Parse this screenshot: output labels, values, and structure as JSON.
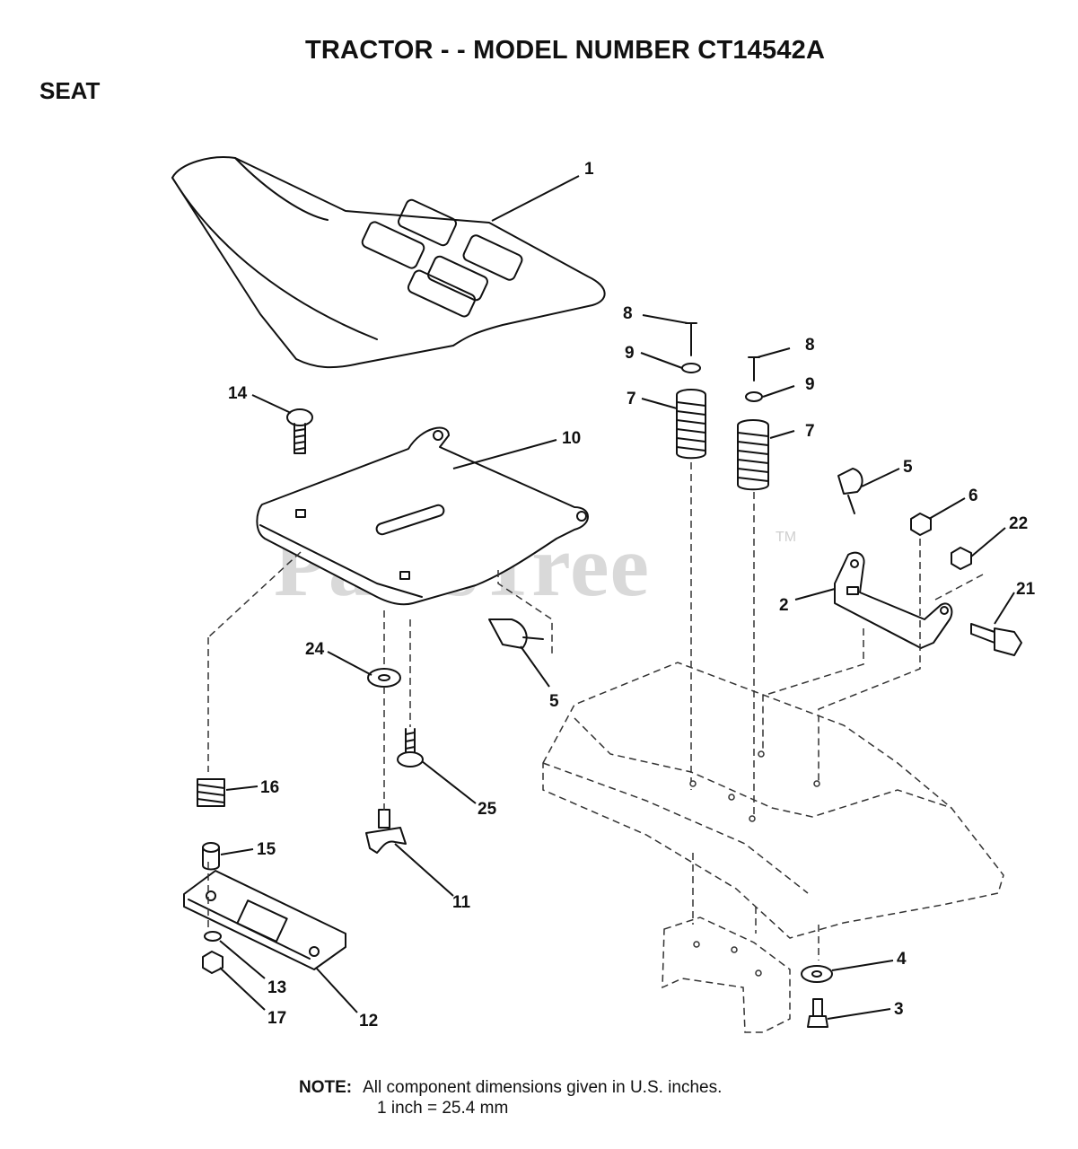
{
  "header": {
    "title": "TRACTOR - - MODEL NUMBER CT14542A",
    "section": "SEAT"
  },
  "watermark": {
    "text": "PartsTree",
    "mark": "TM"
  },
  "callouts": [
    {
      "id": "c1",
      "label": "1"
    },
    {
      "id": "c8a",
      "label": "8"
    },
    {
      "id": "c8b",
      "label": "8"
    },
    {
      "id": "c9a",
      "label": "9"
    },
    {
      "id": "c9b",
      "label": "9"
    },
    {
      "id": "c7a",
      "label": "7"
    },
    {
      "id": "c7b",
      "label": "7"
    },
    {
      "id": "c14",
      "label": "14"
    },
    {
      "id": "c10",
      "label": "10"
    },
    {
      "id": "c5a",
      "label": "5"
    },
    {
      "id": "c6",
      "label": "6"
    },
    {
      "id": "c22",
      "label": "22"
    },
    {
      "id": "c2",
      "label": "2"
    },
    {
      "id": "c21",
      "label": "21"
    },
    {
      "id": "c24",
      "label": "24"
    },
    {
      "id": "c5b",
      "label": "5"
    },
    {
      "id": "c16",
      "label": "16"
    },
    {
      "id": "c25",
      "label": "25"
    },
    {
      "id": "c15",
      "label": "15"
    },
    {
      "id": "c11",
      "label": "11"
    },
    {
      "id": "c4",
      "label": "4"
    },
    {
      "id": "c13",
      "label": "13"
    },
    {
      "id": "c3",
      "label": "3"
    },
    {
      "id": "c17",
      "label": "17"
    },
    {
      "id": "c12",
      "label": "12"
    }
  ],
  "note": {
    "label": "NOTE:",
    "text": "All component  dimensions given in U.S. inches.",
    "conversion": "1 inch = 25.4 mm"
  }
}
